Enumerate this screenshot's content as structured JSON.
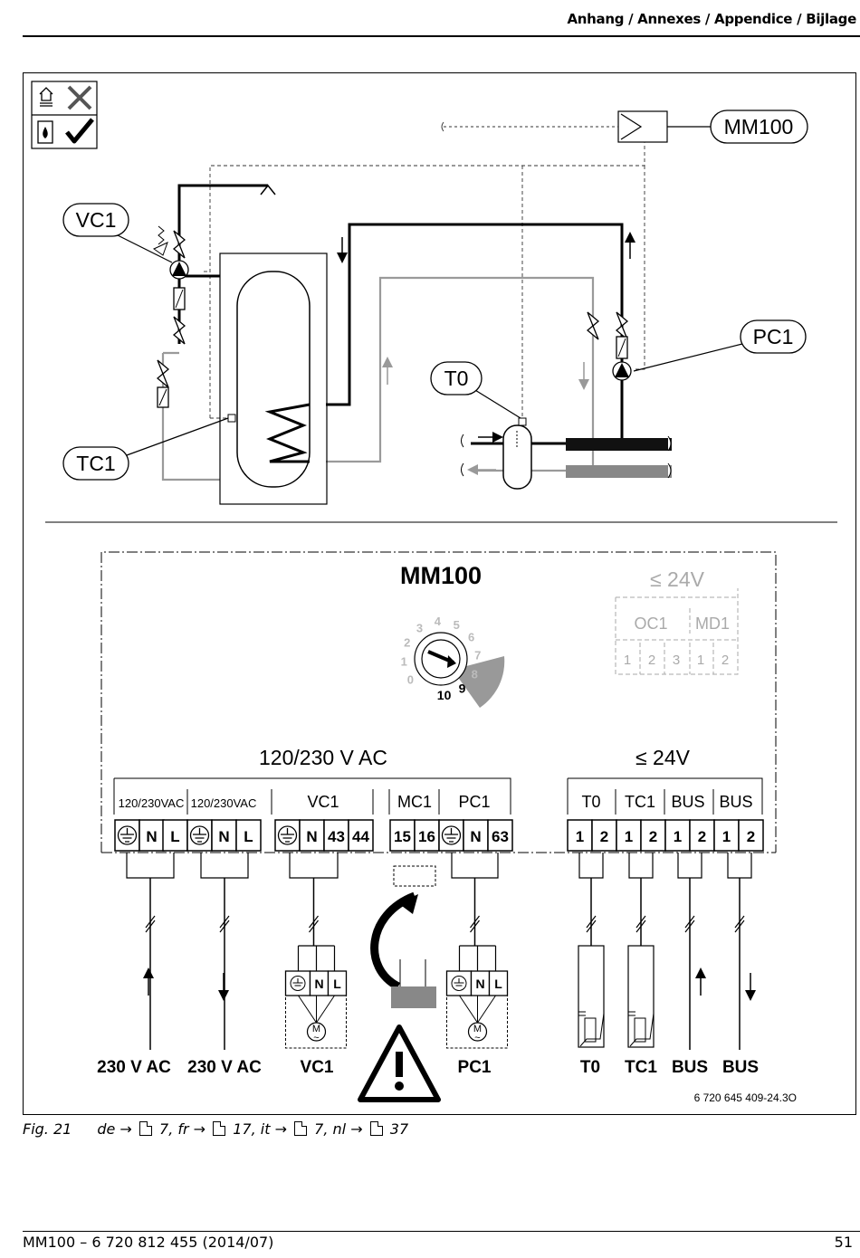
{
  "header": {
    "title": "Anhang / Annexes / Appendice / Bijlage"
  },
  "hydraulic": {
    "label_mm100": "MM100",
    "label_vc1": "VC1",
    "label_pc1": "PC1",
    "label_t0": "T0",
    "label_tc1": "TC1"
  },
  "module": {
    "title": "MM100",
    "low_voltage_top": "≤ 24V",
    "oc1": "OC1",
    "md1": "MD1",
    "oc1_terms": [
      "1",
      "2",
      "3"
    ],
    "md1_terms": [
      "1",
      "2"
    ],
    "dial": [
      "0",
      "1",
      "2",
      "3",
      "4",
      "5",
      "6",
      "7",
      "8",
      "9",
      "10"
    ],
    "ac_title": "120/230 V AC",
    "dc_title": "≤ 24V",
    "group_labels": [
      "120/230VAC",
      "120/230VAC",
      "VC1",
      "MC1",
      "PC1",
      "T0",
      "TC1",
      "BUS",
      "BUS"
    ],
    "ac_terminals": [
      "N",
      "L",
      "N",
      "L",
      "N",
      "43",
      "44",
      "15",
      "16",
      "N",
      "63"
    ],
    "dc_terminals": [
      "1",
      "2",
      "1",
      "2",
      "1",
      "2",
      "1",
      "2"
    ],
    "motor_terms": [
      "N",
      "L",
      "N",
      "L"
    ],
    "motor_symbol": [
      "M",
      "~",
      "M",
      "~"
    ],
    "bottom_labels": [
      "230 V AC",
      "230 V AC",
      "VC1",
      "PC1",
      "T0",
      "TC1",
      "BUS",
      "BUS"
    ],
    "doc_code": "6 720 645 409-24.3O"
  },
  "caption": {
    "fig": "Fig. 21",
    "refs": [
      {
        "lang": "de",
        "page": "7"
      },
      {
        "lang": "fr",
        "page": "17"
      },
      {
        "lang": "it",
        "page": "7"
      },
      {
        "lang": "nl",
        "page": "37"
      }
    ]
  },
  "footer": {
    "left": "MM100 – 6 720 812 455 (2014/07)",
    "right": "51"
  }
}
